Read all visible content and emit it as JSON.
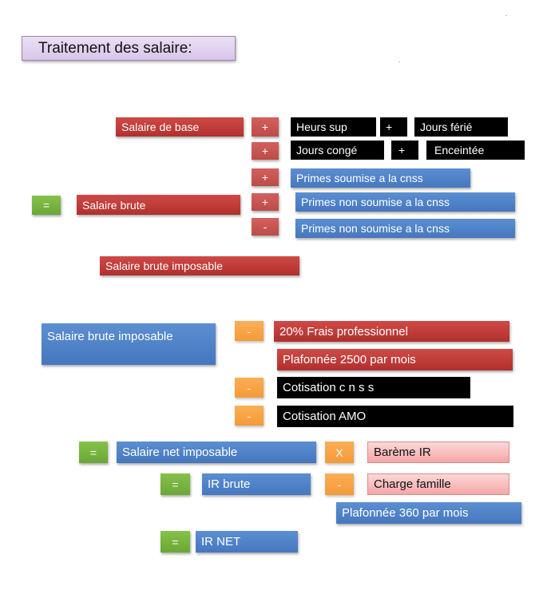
{
  "title": "Traitement des salaire:",
  "ops": {
    "plus": "+",
    "minus": "-",
    "equals": "=",
    "times": "X"
  },
  "section1": {
    "salaire_base": "Salaire de base",
    "heurs_sup": "Heurs sup",
    "jours_ferie": "Jours férié",
    "jours_conge": "Jours congé",
    "enceintee": "Enceintée",
    "primes_soumise": "Primes soumise a la cnss",
    "salaire_brute": "Salaire brute",
    "primes_non_soumise_1": "Primes non soumise a la cnss",
    "primes_non_soumise_2": "Primes non soumise a la cnss",
    "salaire_brute_imposable": "Salaire brute  imposable"
  },
  "section2": {
    "salaire_brute_imposable": "Salaire brute imposable",
    "frais_professionnel": "20% Frais professionnel",
    "plafonnee_2500": "Plafonnée  2500 par mois",
    "cotisation_cnss": "Cotisation c n s s",
    "cotisation_amo": "Cotisation AMO",
    "salaire_net_imposable": "Salaire net imposable",
    "bareme_ir": "Barème  IR",
    "ir_brute": "IR brute",
    "charge_famille": "Charge famille",
    "plafonnee_360": "Plafonnée  360 par mois",
    "ir_net": "IR NET"
  },
  "colors": {
    "red": "#c0403d",
    "blue": "#4f81bd",
    "black": "#000000",
    "pink": "#f8c0c0",
    "green": "#77b53f",
    "orange": "#f79f3d",
    "title_bg": "#e3d3ef"
  }
}
